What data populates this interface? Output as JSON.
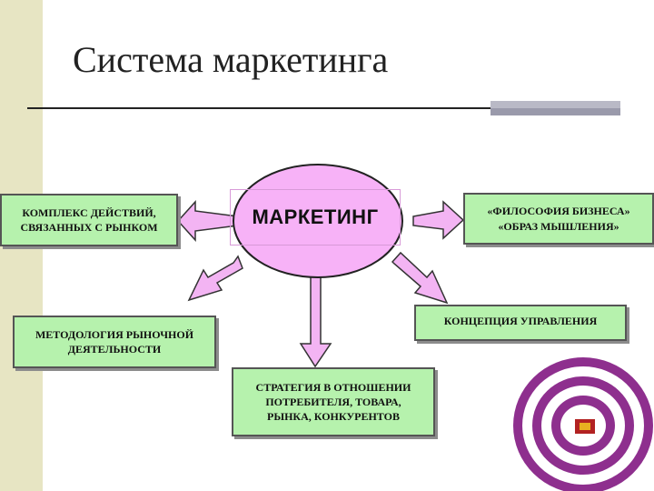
{
  "slide": {
    "title": "Система маркетинга"
  },
  "diagram": {
    "center_label": "МАРКЕТИНГ",
    "nodes": {
      "left_top": "КОМПЛЕКС ДЕЙСТВИЙ,\nСВЯЗАННЫХ С РЫНКОМ",
      "right_top": "«ФИЛОСОФИЯ БИЗНЕСА»\n«ОБРАЗ МЫШЛЕНИЯ»",
      "left_bottom": "МЕТОДОЛОГИЯ РЫНОЧНОЙ\nДЕЯТЕЛЬНОСТИ",
      "right_bottom": "КОНЦЕПЦИЯ УПРАВЛЕНИЯ",
      "bottom": "СТРАТЕГИЯ В ОТНОШЕНИИ\nПОТРЕБИТЕЛЯ, ТОВАРА,\nРЫНКА, КОНКУРЕНТОВ"
    }
  },
  "colors": {
    "ellipse_fill": "#f7b2f7",
    "arrow_fill": "#f3b4f3",
    "box_fill": "#b6f2ad",
    "side_strip": "#e7e5c3",
    "spiral_purple": "#8e2f8e",
    "spiral_center": "#b22222"
  }
}
